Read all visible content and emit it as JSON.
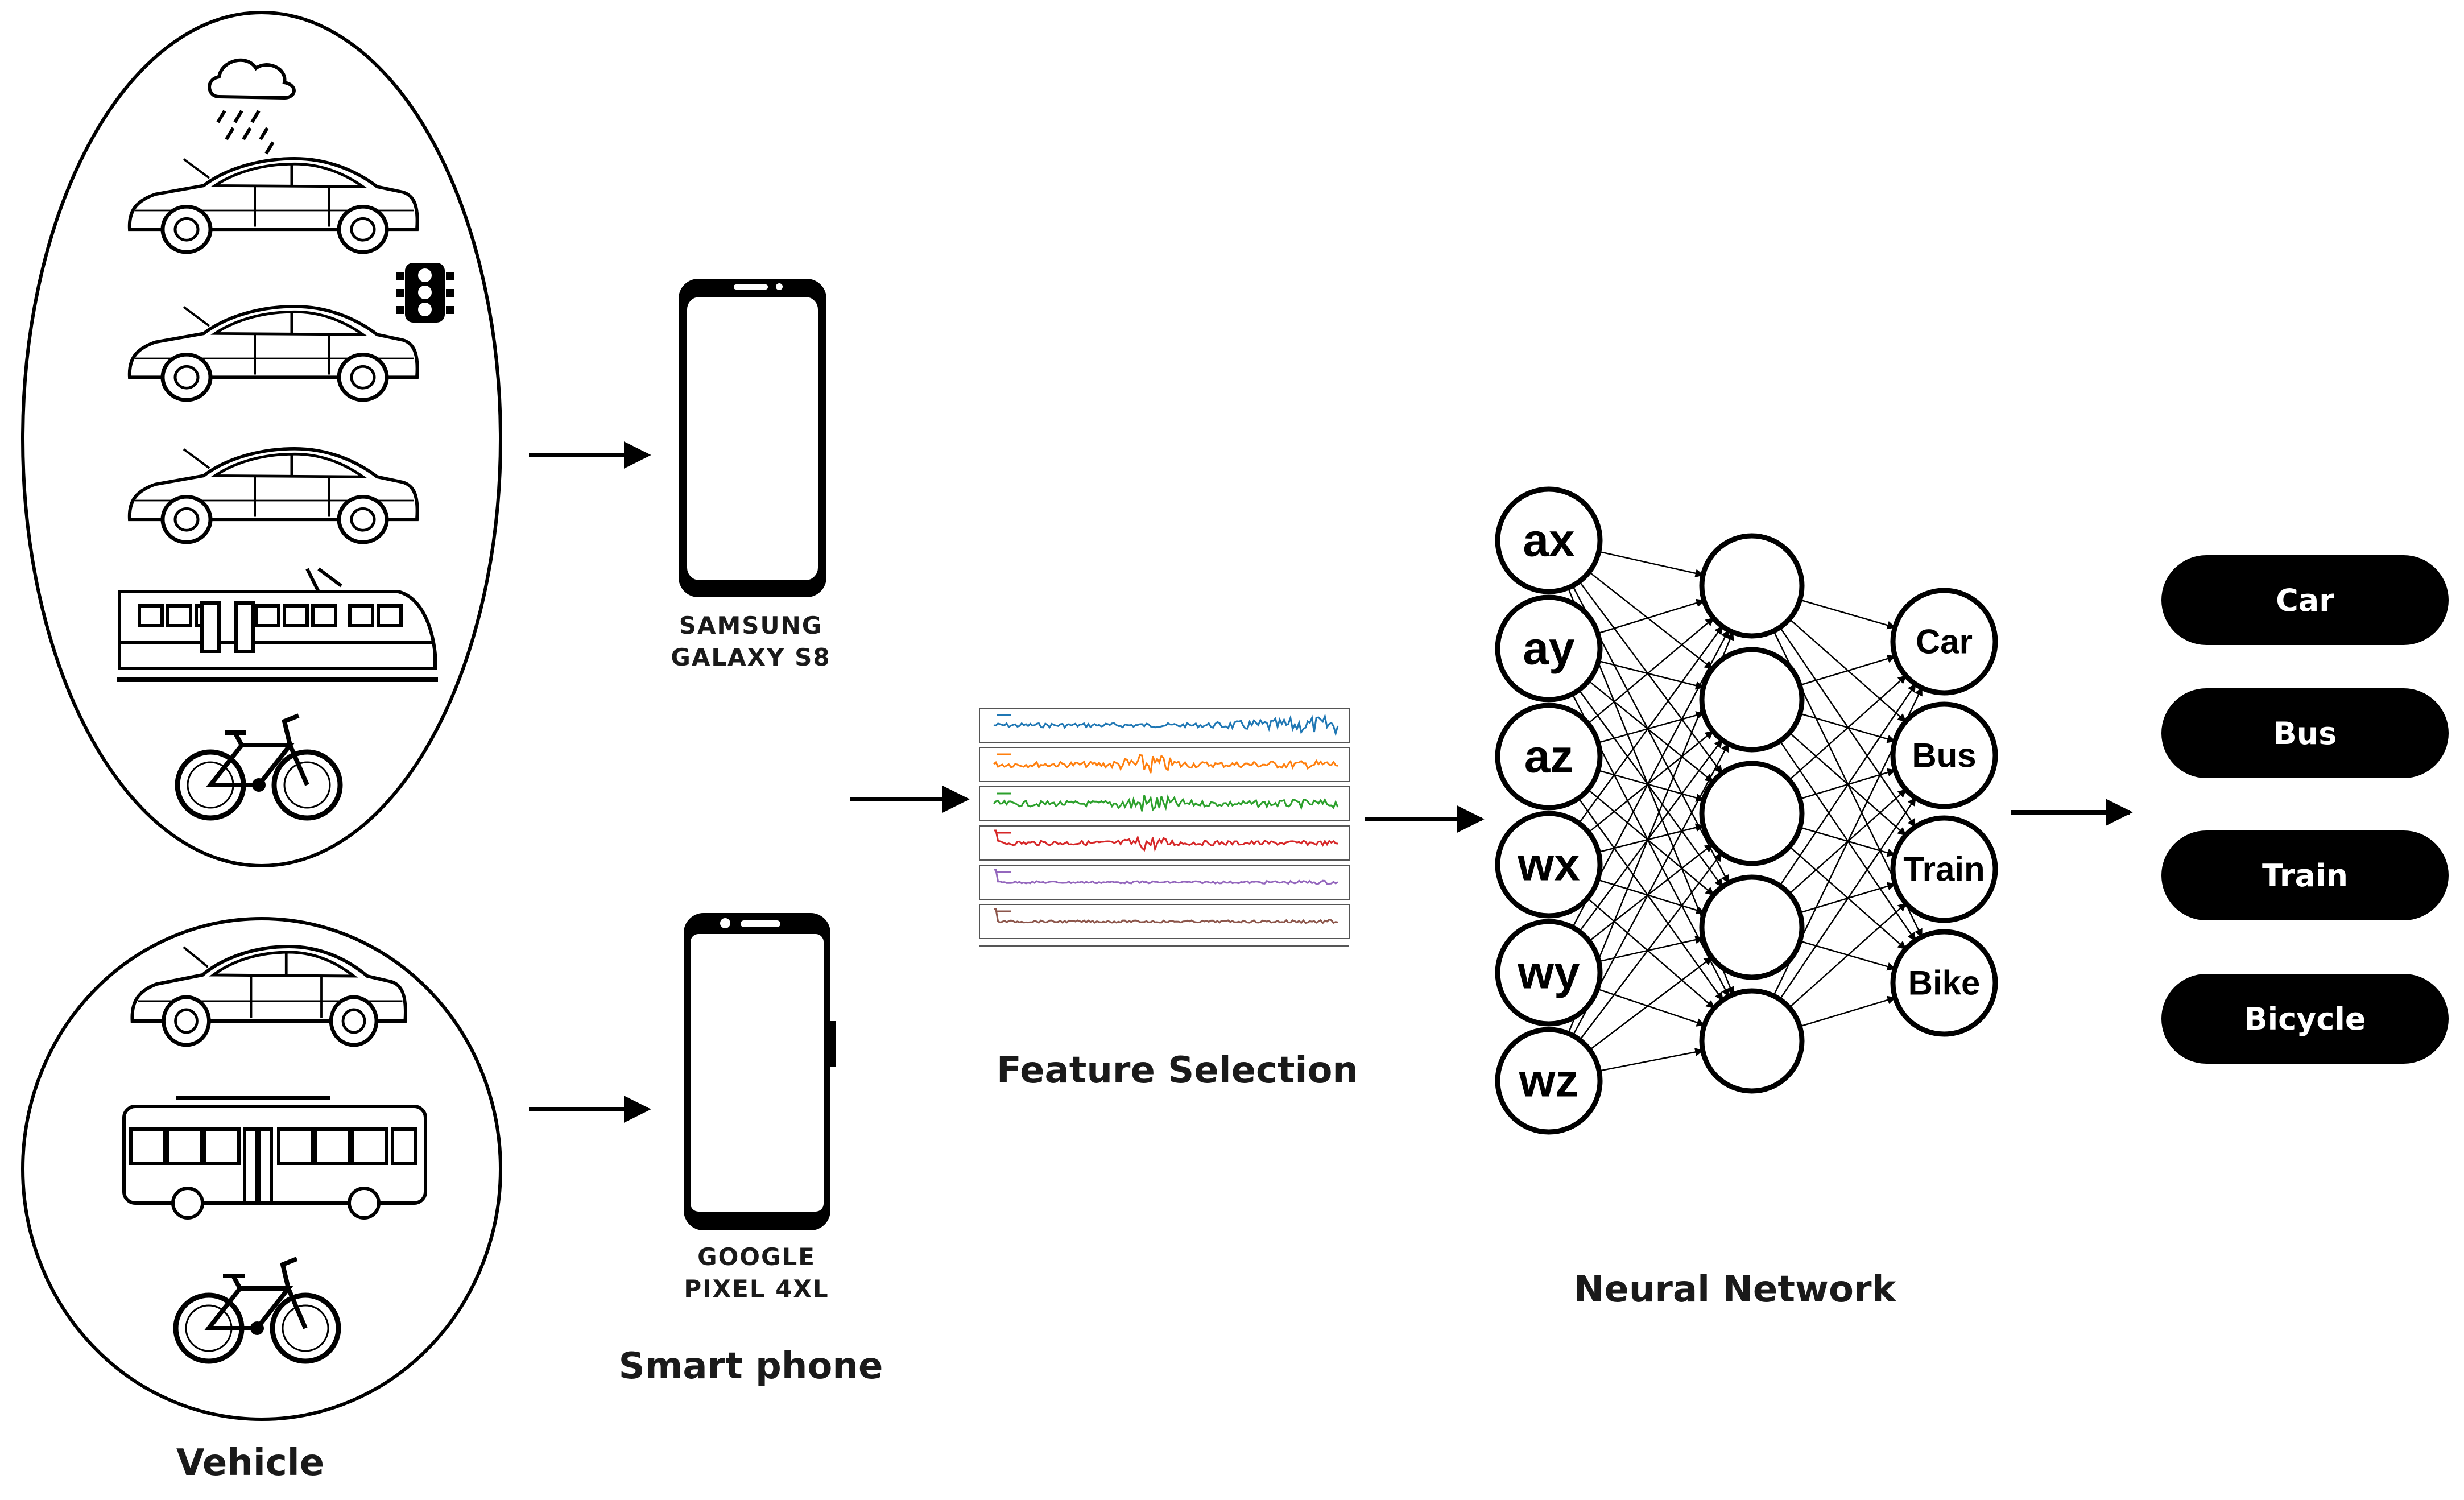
{
  "phones": [
    {
      "line1": "SAMSUNG",
      "line2": "GALAXY S8"
    },
    {
      "line1": "GOOGLE",
      "line2": "PIXEL 4XL"
    }
  ],
  "sections": {
    "vehicle": "Vehicle",
    "smartphone": "Smart phone",
    "feature_selection": "Feature Selection",
    "neural_network": "Neural Network"
  },
  "network": {
    "inputs": [
      "ax",
      "ay",
      "az",
      "wx",
      "wy",
      "wz"
    ],
    "hidden_count": 5,
    "outputs": [
      "Car",
      "Bus",
      "Train",
      "Bike"
    ]
  },
  "results": [
    "Car",
    "Bus",
    "Train",
    "Bicycle"
  ],
  "signal_colors": [
    "#1f77b4",
    "#ff7f0e",
    "#2ca02c",
    "#d62728",
    "#9467bd",
    "#8c564b"
  ],
  "icons": [
    "cloud-rain-icon",
    "sedan-icon",
    "traffic-light-icon",
    "tram-icon",
    "bicycle-icon",
    "bus-icon",
    "smartphone-icon",
    "signal-plot-icon",
    "arrow-right-icon"
  ]
}
